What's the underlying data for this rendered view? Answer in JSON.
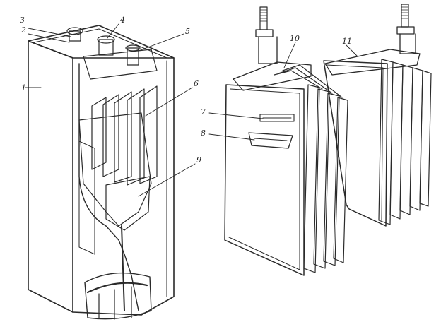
{
  "figure": {
    "labels": {
      "l1": "1",
      "l2": "2",
      "l3": "3",
      "l4": "4",
      "l5": "5",
      "l6": "6",
      "l7": "7",
      "l8": "8",
      "l9": "9",
      "l10": "10",
      "l11": "11"
    },
    "colors": {
      "ink": "#2a2a2a",
      "paper": "#ffffff",
      "shade": "#9a9a9a",
      "dark": "#3a3a3a"
    }
  }
}
